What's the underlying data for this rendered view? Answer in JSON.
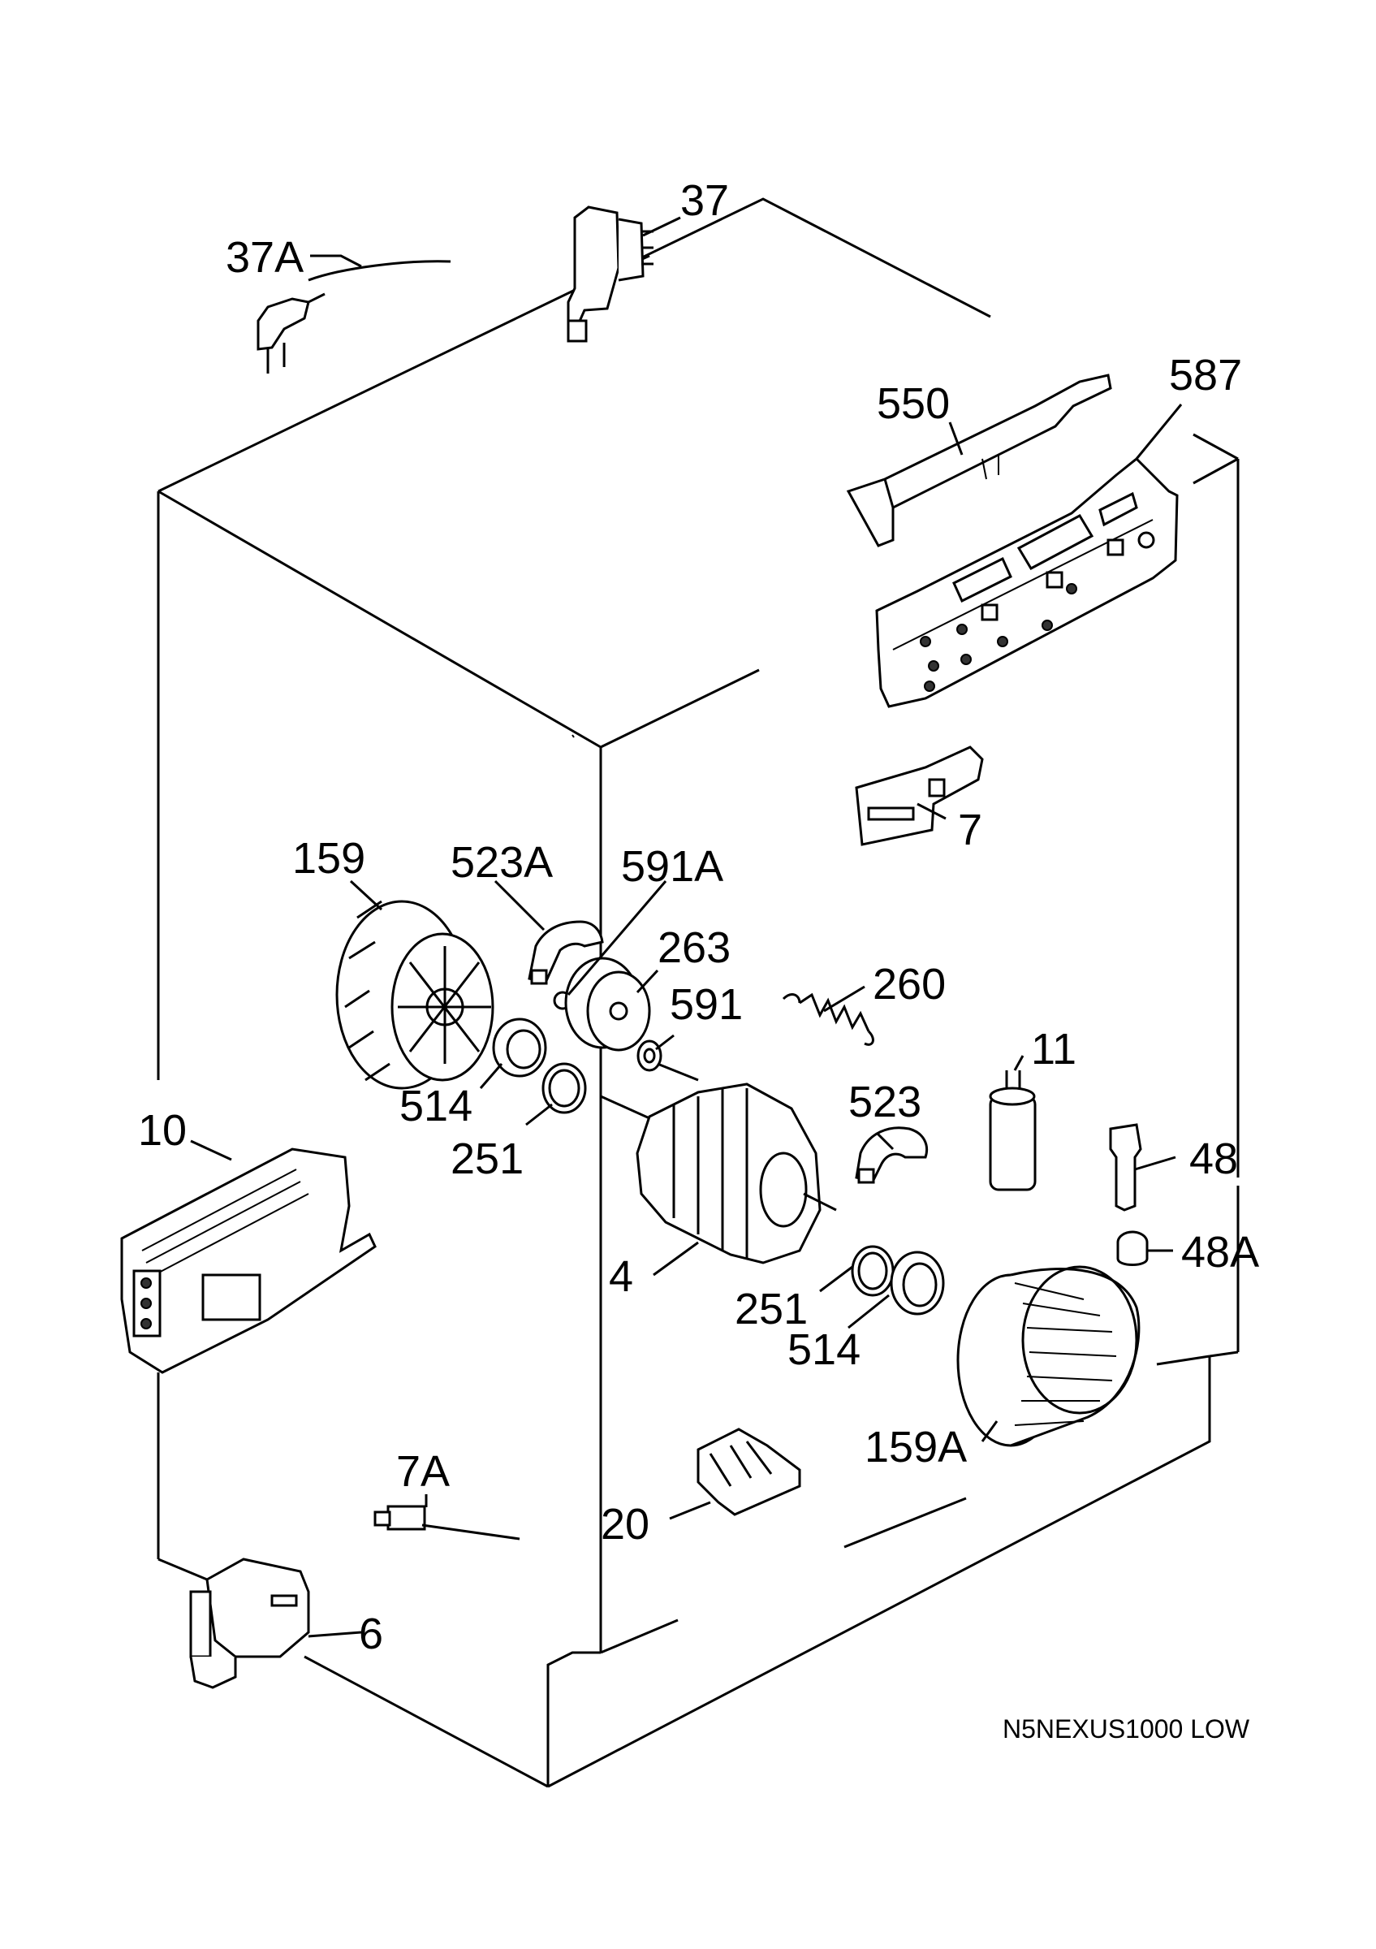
{
  "diagram": {
    "drawing_code": "N5NEXUS1000 LOW",
    "callouts": [
      {
        "id": "37A",
        "label": "37A"
      },
      {
        "id": "37",
        "label": "37"
      },
      {
        "id": "550",
        "label": "550"
      },
      {
        "id": "587",
        "label": "587"
      },
      {
        "id": "7",
        "label": "7"
      },
      {
        "id": "159",
        "label": "159"
      },
      {
        "id": "523A",
        "label": "523A"
      },
      {
        "id": "591A",
        "label": "591A"
      },
      {
        "id": "263",
        "label": "263"
      },
      {
        "id": "260",
        "label": "260"
      },
      {
        "id": "591",
        "label": "591"
      },
      {
        "id": "11",
        "label": "11"
      },
      {
        "id": "514a",
        "label": "514"
      },
      {
        "id": "251a",
        "label": "251"
      },
      {
        "id": "523",
        "label": "523"
      },
      {
        "id": "48",
        "label": "48"
      },
      {
        "id": "10",
        "label": "10"
      },
      {
        "id": "48A",
        "label": "48A"
      },
      {
        "id": "4",
        "label": "4"
      },
      {
        "id": "251b",
        "label": "251"
      },
      {
        "id": "514b",
        "label": "514"
      },
      {
        "id": "159A",
        "label": "159A"
      },
      {
        "id": "7A",
        "label": "7A"
      },
      {
        "id": "20",
        "label": "20"
      },
      {
        "id": "6",
        "label": "6"
      }
    ]
  }
}
